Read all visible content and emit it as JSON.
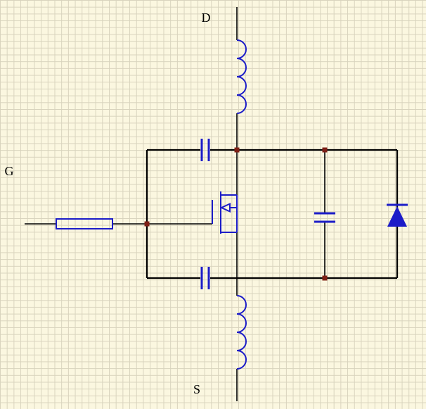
{
  "labels": {
    "drain": "D",
    "gate": "G",
    "source": "S"
  },
  "colors": {
    "background": "#FBF7E0",
    "grid": "#D8D3BD",
    "wire": "#000000",
    "component": "#1C1CC8",
    "junction": "#7E2016",
    "label": "#000000"
  },
  "components": [
    {
      "id": "inductor-drain",
      "type": "inductor"
    },
    {
      "id": "capacitor-top",
      "type": "capacitor"
    },
    {
      "id": "capacitor-bottom",
      "type": "capacitor"
    },
    {
      "id": "capacitor-output",
      "type": "capacitor"
    },
    {
      "id": "mosfet",
      "type": "n-channel-mosfet"
    },
    {
      "id": "diode-body",
      "type": "diode"
    },
    {
      "id": "resistor-gate",
      "type": "resistor"
    },
    {
      "id": "inductor-source",
      "type": "inductor"
    }
  ]
}
